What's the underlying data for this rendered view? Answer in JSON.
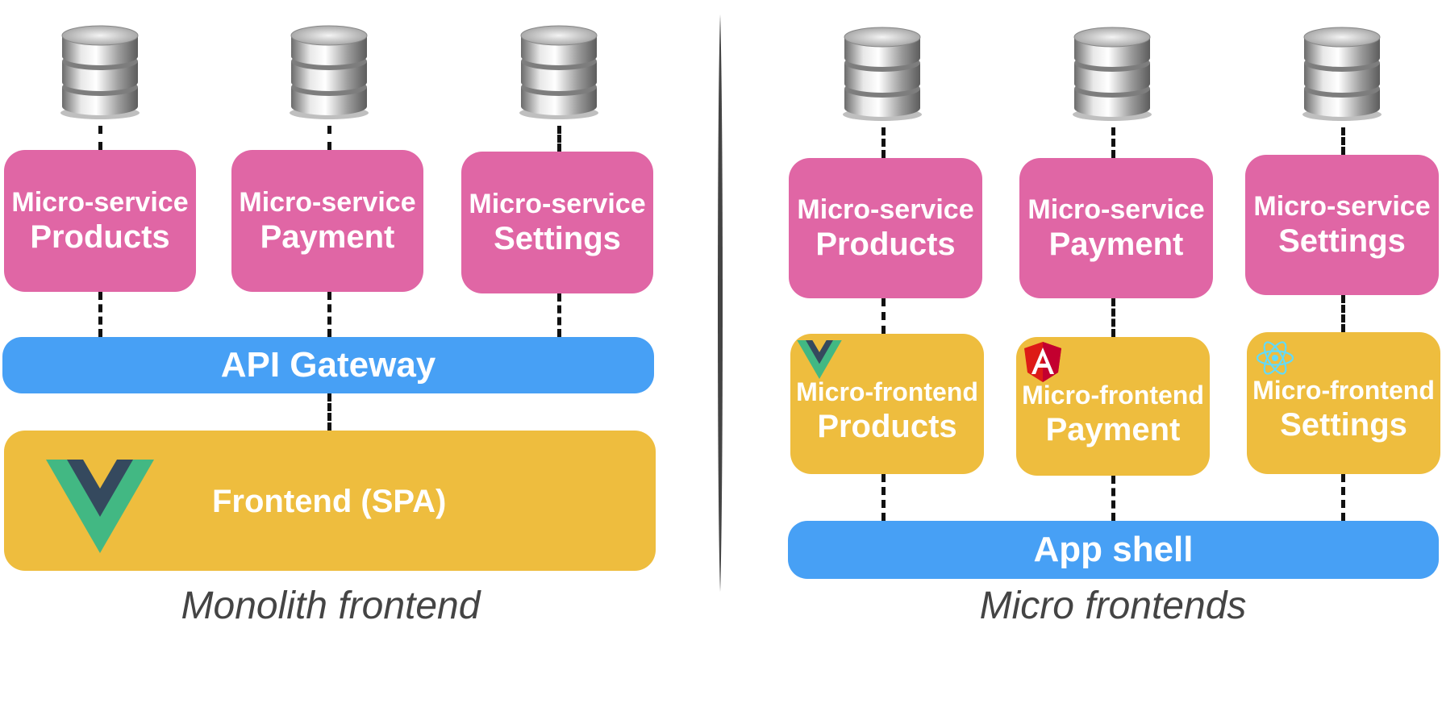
{
  "monolith": {
    "services": [
      {
        "line1": "Micro-service",
        "line2": "Products"
      },
      {
        "line1": "Micro-service",
        "line2": "Payment"
      },
      {
        "line1": "Micro-service",
        "line2": "Settings"
      }
    ],
    "gateway": "API Gateway",
    "frontend": "Frontend (SPA)",
    "caption": "Monolith frontend"
  },
  "micro": {
    "services": [
      {
        "line1": "Micro-service",
        "line2": "Products"
      },
      {
        "line1": "Micro-service",
        "line2": "Payment"
      },
      {
        "line1": "Micro-service",
        "line2": "Settings"
      }
    ],
    "frontends": [
      {
        "line1": "Micro-frontend",
        "line2": "Products",
        "icon": "vue-logo-icon"
      },
      {
        "line1": "Micro-frontend",
        "line2": "Payment",
        "icon": "angular-logo-icon"
      },
      {
        "line1": "Micro-frontend",
        "line2": "Settings",
        "icon": "react-logo-icon"
      }
    ],
    "shell": "App shell",
    "caption": "Micro frontends"
  },
  "colors": {
    "service": "#e066a5",
    "frontend": "#eebd3e",
    "bar": "#47a0f5",
    "connector": "#111111"
  }
}
